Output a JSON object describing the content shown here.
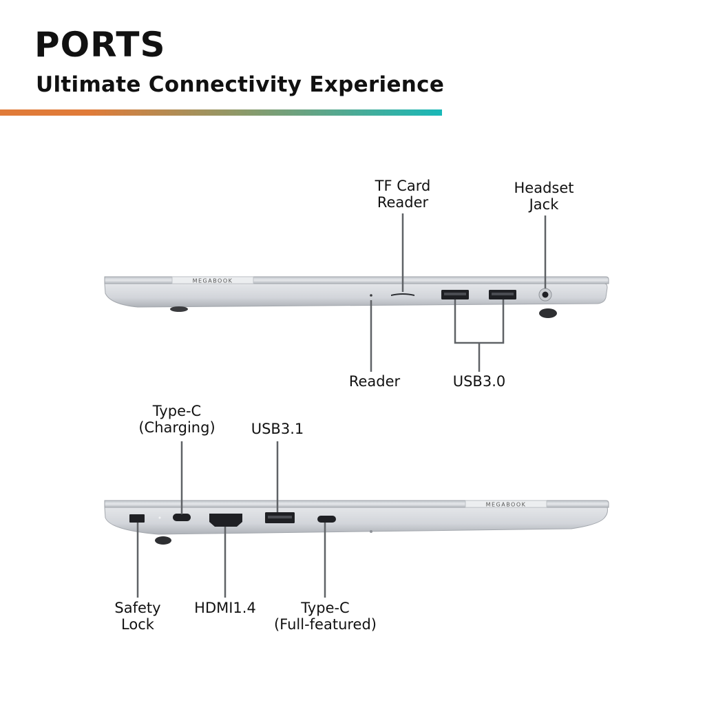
{
  "header": {
    "title": "PORTS",
    "subtitle": "Ultimate Connectivity Experience"
  },
  "colors": {
    "accent_start": "#e07b39",
    "accent_mid": "#8c9a6a",
    "accent_end": "#19b8b8",
    "laptop_body": "#d7dadf",
    "laptop_edge": "#a9adb3",
    "port": "#2b2d31",
    "leader_line": "#5f6266"
  },
  "laptops": {
    "right_side": {
      "brand": "MEGABOOK",
      "ports": {
        "tf_card": "TF  Card\nReader",
        "headset": "Headset\nJack",
        "reader": "Reader",
        "usb30": "USB3.0"
      }
    },
    "left_side": {
      "brand": "MEGABOOK",
      "ports": {
        "typec_charging": "Type-C\n(Charging)",
        "usb31": "USB3.1",
        "safety_lock": "Safety\nLock",
        "hdmi": "HDMI1.4",
        "typec_full": "Type-C\n(Full-featured)"
      }
    }
  }
}
